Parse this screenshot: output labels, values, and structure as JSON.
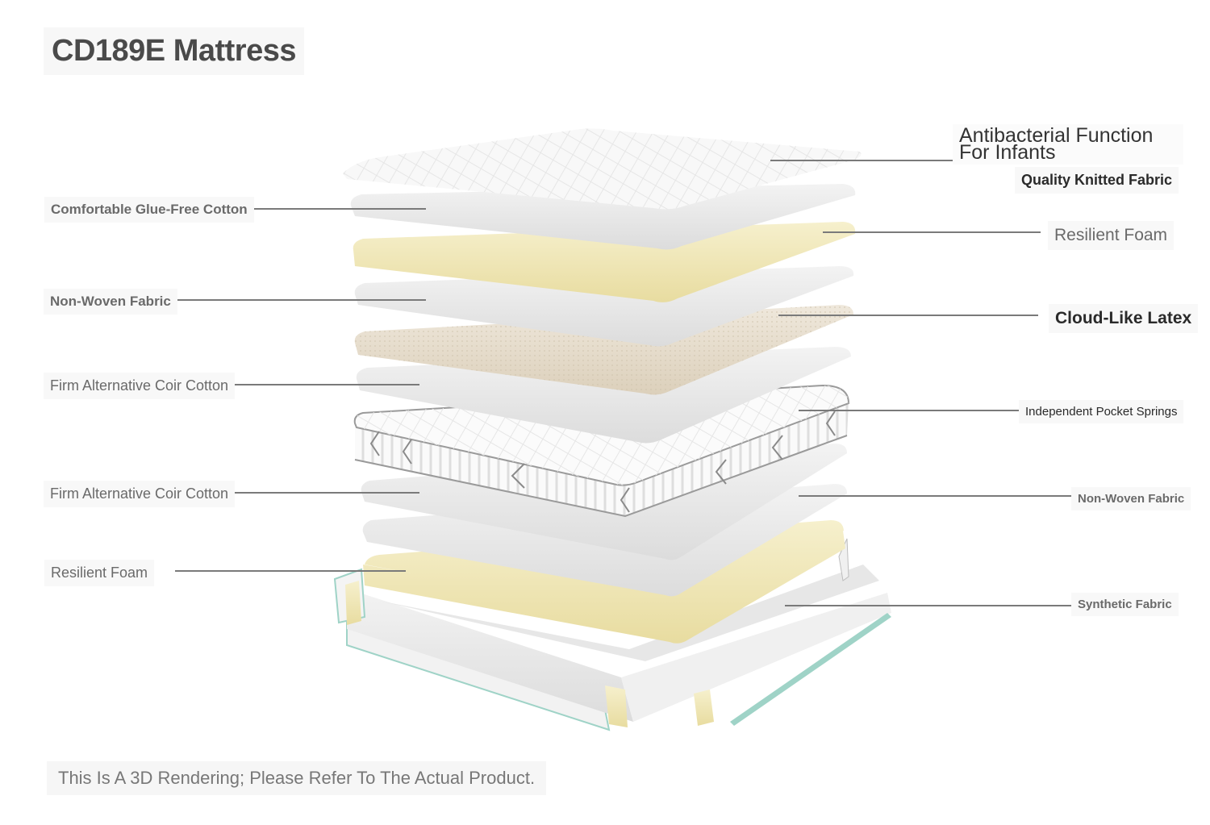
{
  "title": "CD189E Mattress",
  "layers_left": [
    "Comfortable Glue-Free Cotton",
    "Non-Woven Fabric",
    "Firm Alternative Coir Cotton",
    "Firm Alternative Coir Cotton",
    "Resilient Foam"
  ],
  "layers_right": [
    "Antibacterial Function For Infants",
    "Quality Knitted Fabric",
    "Resilient Foam",
    "Cloud-Like Latex",
    "Independent Pocket Springs",
    "Non-Woven Fabric",
    "Synthetic Fabric"
  ],
  "footnote": "This Is A 3D Rendering; Please Refer To The Actual Product.",
  "colors": {
    "title": "#4a4a4a",
    "leader_line": "#7a7a7a",
    "foam": "#efe6b3",
    "latex": "#e6dccb",
    "cotton": "#e9e9e9",
    "fabric_top": "#f7f7f7",
    "frame_edge": "#9fd3c7"
  }
}
